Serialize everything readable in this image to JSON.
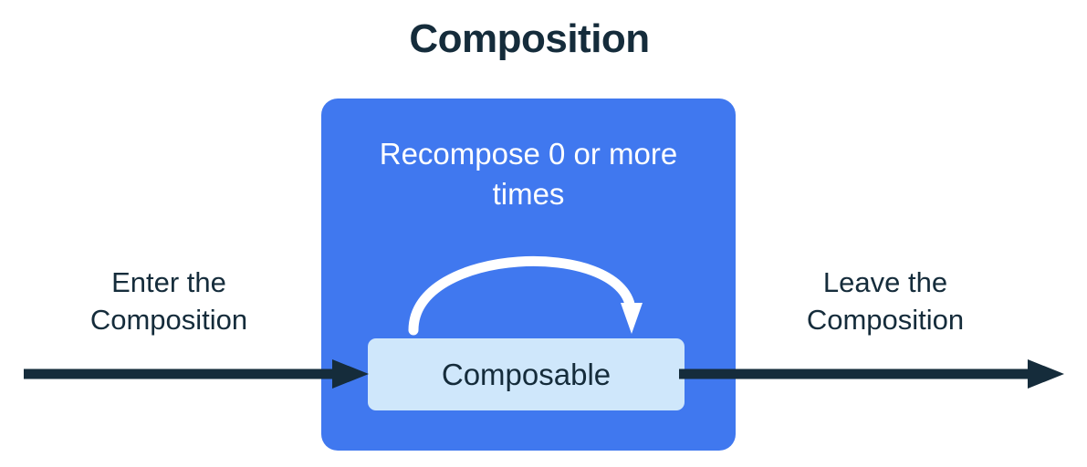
{
  "title": "Composition",
  "colors": {
    "ink": "#152c3b",
    "composition_blue": "#4078ef",
    "composable_blue": "#cfe7fb",
    "arrow_white": "#ffffff",
    "background": "#ffffff"
  },
  "composition": {
    "recompose_line1": "Recompose 0 or",
    "recompose_line2": "more times",
    "composable_label": "Composable"
  },
  "enter": {
    "line1": "Enter the",
    "line2": "Composition"
  },
  "leave": {
    "line1": "Leave the",
    "line2": "Composition"
  },
  "chart_data": {
    "type": "diagram",
    "title": "Composition",
    "nodes": [
      {
        "id": "composition",
        "label": "Composition",
        "shape": "rounded-rect",
        "color": "#4078ef"
      },
      {
        "id": "composable",
        "label": "Composable",
        "shape": "rounded-rect",
        "color": "#cfe7fb"
      }
    ],
    "edges": [
      {
        "from": "entry",
        "to": "composable",
        "label": "Enter the Composition",
        "direction": "right",
        "color": "#152c3b"
      },
      {
        "from": "composable",
        "to": "composable",
        "label": "Recompose 0 or more times",
        "direction": "loop",
        "color": "#ffffff"
      },
      {
        "from": "composable",
        "to": "exit",
        "label": "Leave the Composition",
        "direction": "right",
        "color": "#152c3b"
      }
    ]
  }
}
